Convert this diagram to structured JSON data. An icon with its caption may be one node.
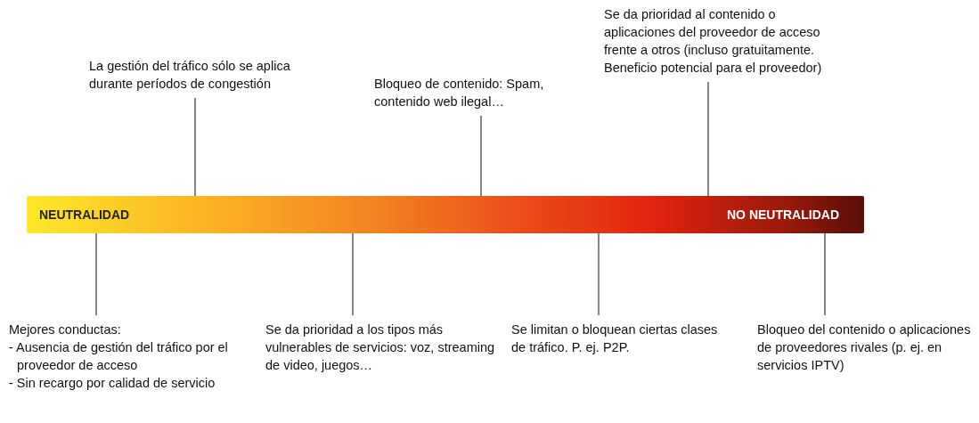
{
  "diagram": {
    "nodes": [
      {
        "text": [
          "NEUTRALIDAD",
          "NO NEUTRALIDAD"
        ]
      },
      {
        "text": [
          "La gestión del tráfico sólo se aplica durante períodos de congestión"
        ]
      },
      {
        "text": [
          "Bloqueo de contenido: Spam, contenido web ilegal…"
        ]
      },
      {
        "text": [
          "Se da prioridad al contenido o aplicaciones del proveedor de acceso frente a otros (incluso gratuitamente. Beneficio potencial para el proveedor)"
        ]
      },
      {
        "text": [
          "Mejores conductas:",
          "- Ausencia de gestión del tráfico por el proveedor de acceso",
          "- Sin recargo por calidad de servicio"
        ]
      },
      {
        "text": [
          "Se da prioridad a los tipos más vulnerables de servicios: voz, streaming de video, juegos…"
        ]
      },
      {
        "text": [
          "Se limitan o bloquean ciertas clases de tráfico.  P. ej.  P2P."
        ]
      },
      {
        "text": [
          "Bloqueo del contenido o aplicaciones de proveedores rivales (p. ej. en servicios IPTV)"
        ]
      }
    ],
    "edges": [
      {
        "from": 1,
        "to": 0,
        "arrow": "none"
      },
      {
        "from": 2,
        "to": 0,
        "arrow": "none"
      },
      {
        "from": 3,
        "to": 0,
        "arrow": "none"
      },
      {
        "from": 4,
        "to": 0,
        "arrow": "none"
      },
      {
        "from": 5,
        "to": 0,
        "arrow": "none"
      },
      {
        "from": 6,
        "to": 0,
        "arrow": "none"
      },
      {
        "from": 7,
        "to": 0,
        "arrow": "none"
      }
    ]
  }
}
